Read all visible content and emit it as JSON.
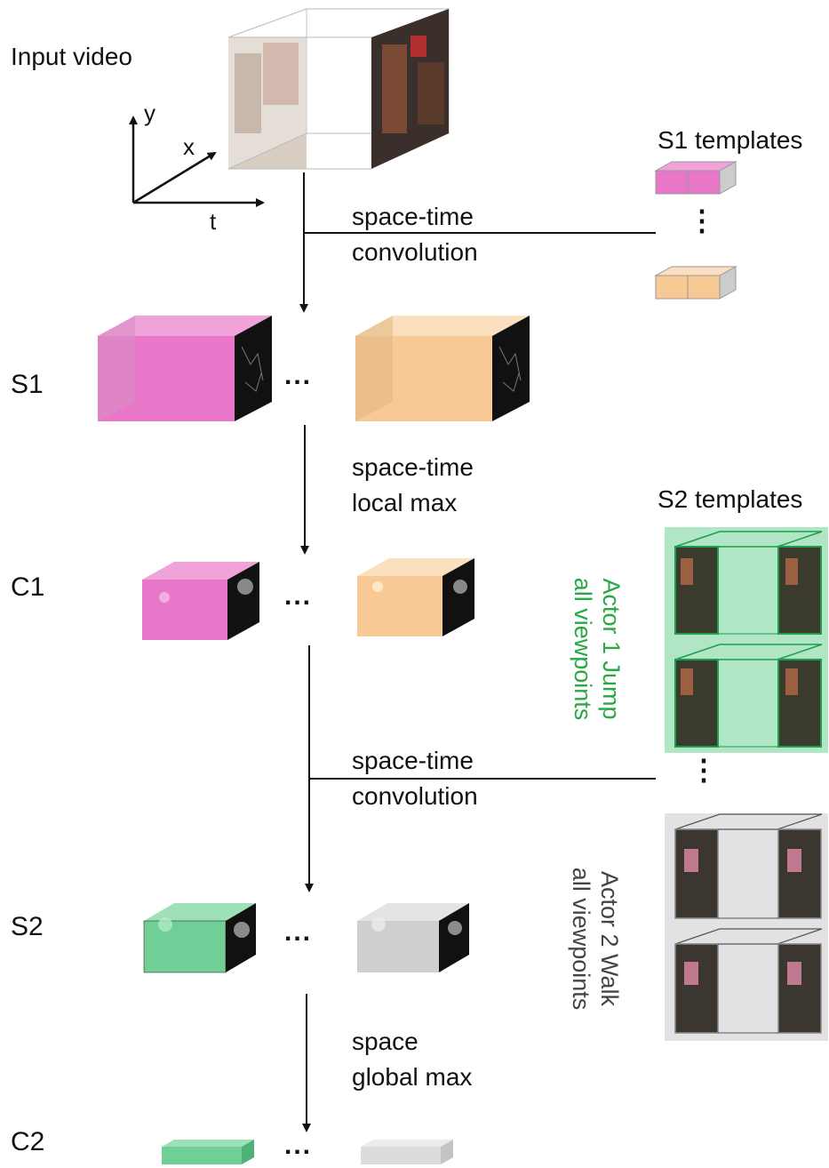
{
  "labels": {
    "input_video": "Input video",
    "axis_y": "y",
    "axis_x": "x",
    "axis_t": "t",
    "s1_templates": "S1 templates",
    "s2_templates": "S2 templates",
    "op1": "space-time\nconvolution",
    "op2": "space-time\nlocal max",
    "op3": "space-time\nconvolution",
    "op4": "space\nglobal max",
    "ellipsis": "...",
    "vdots": "⋮"
  },
  "stages": [
    "S1",
    "C1",
    "S2",
    "C2"
  ],
  "template_groups": [
    {
      "text": "Actor 1 Jump\nall viewpoints",
      "color": "#27a845"
    },
    {
      "text": "Actor 2 Walk\nall viewpoints",
      "color": "#444444"
    }
  ],
  "colors": {
    "pink": "#e877c9",
    "peach": "#f7c994",
    "green": "#6fcf97",
    "gray": "#cfcfd2",
    "line": "#111111"
  }
}
